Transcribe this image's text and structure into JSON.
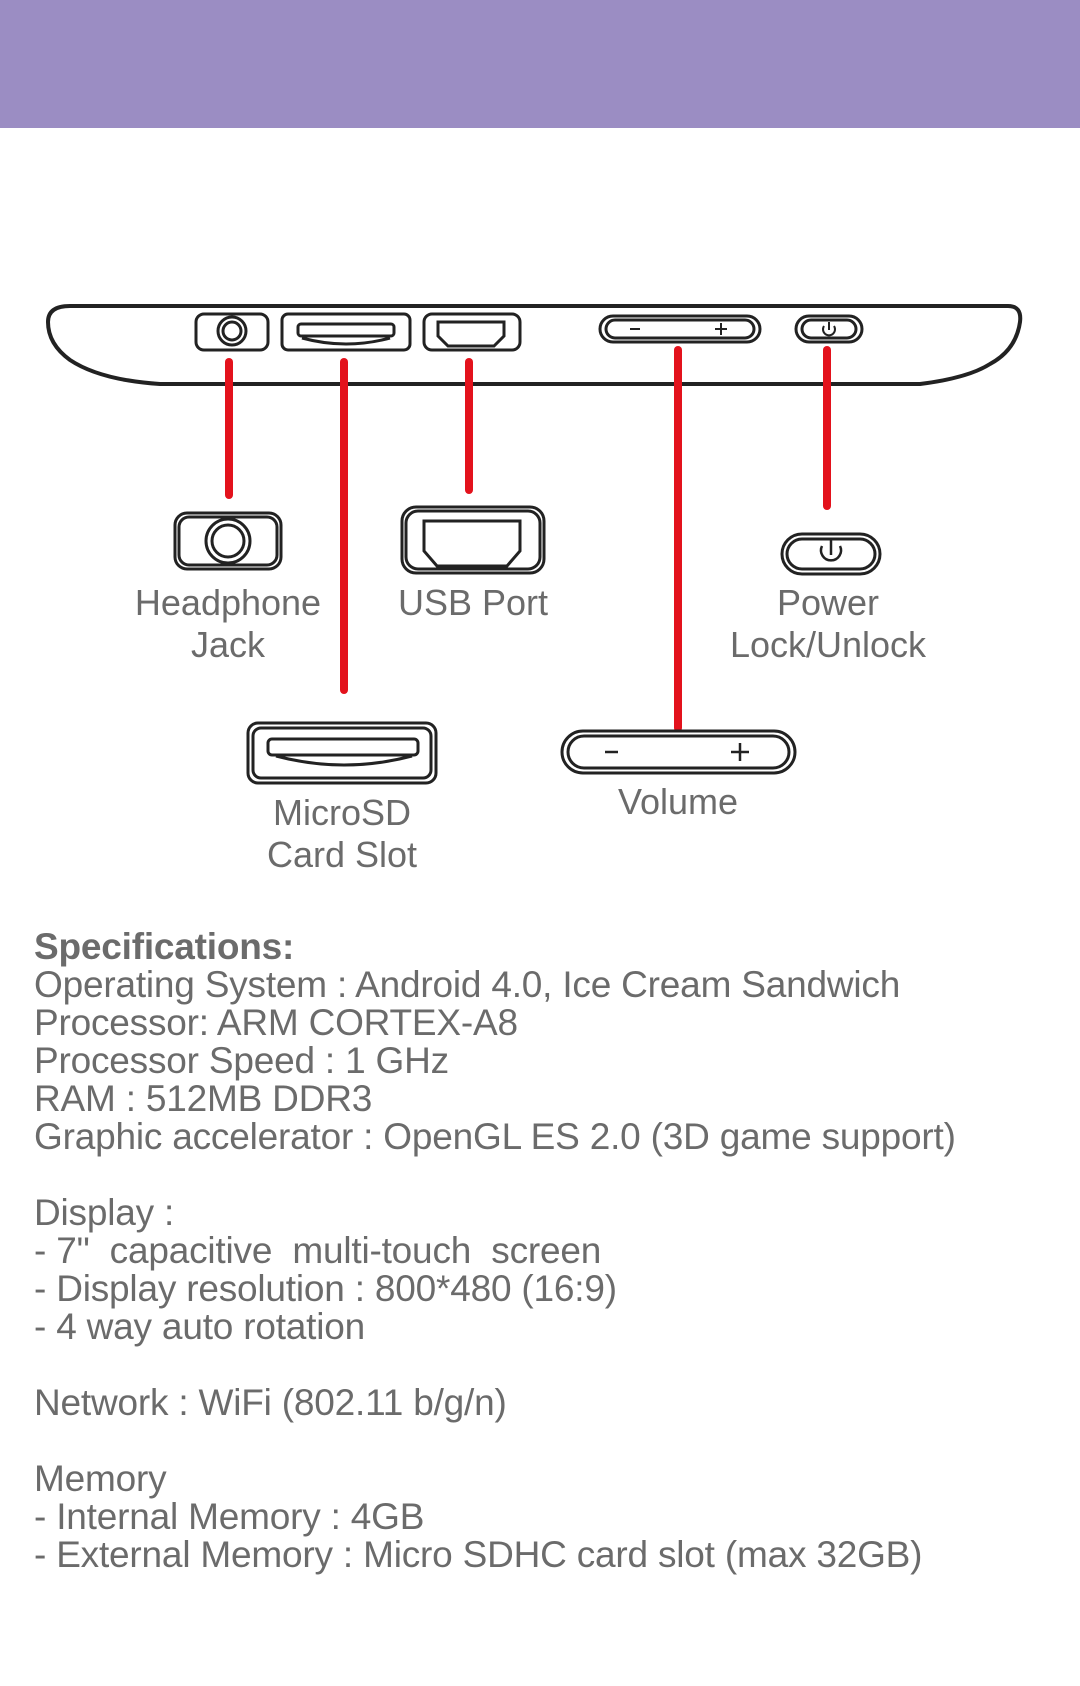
{
  "colors": {
    "banner": "#9b8dc3",
    "device_outline": "#222222",
    "leader_line": "#e3121c",
    "label_text": "#6b6b6b"
  },
  "diagram": {
    "labels": {
      "headphone_line1": "Headphone",
      "headphone_line2": "Jack",
      "usb": "USB Port",
      "power_line1": "Power",
      "power_line2": "Lock/Unlock",
      "microsd_line1": "MicroSD",
      "microsd_line2": "Card Slot",
      "volume": "Volume"
    },
    "volume_minus": "-",
    "volume_plus": "+",
    "icons": [
      "headphone-jack-icon",
      "microsd-slot-icon",
      "usb-port-icon",
      "volume-rocker-icon",
      "power-button-icon"
    ]
  },
  "specs": {
    "heading": "Specifications:",
    "os": "Operating System : Android 4.0, Ice Cream Sandwich",
    "processor": "Processor: ARM CORTEX-A8",
    "speed": "Processor Speed : 1 GHz",
    "ram": "RAM : 512MB DDR3",
    "graphics": "Graphic accelerator : OpenGL ES 2.0 (3D game support)",
    "display_heading": "Display :",
    "display_1": "- 7\"  capacitive  multi-touch  screen",
    "display_2": "- Display resolution : 800*480 (16:9)",
    "display_3": "- 4 way auto rotation",
    "network": "Network : WiFi (802.11 b/g/n)",
    "memory_heading": "Memory",
    "memory_1": "- Internal Memory : 4GB",
    "memory_2": "- External Memory : Micro SDHC card slot (max 32GB)"
  }
}
